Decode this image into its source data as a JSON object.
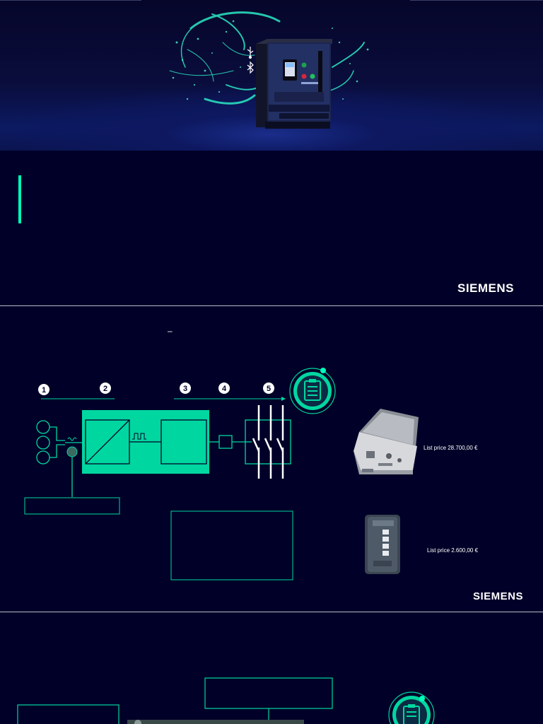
{
  "slide1": {
    "brand": "SIEMENS",
    "accent_color": "#00ffb9",
    "background_color": "#000028",
    "icons": [
      "usb-icon",
      "bluetooth-icon"
    ]
  },
  "slide2": {
    "title_fragment": "–",
    "steps": [
      "1",
      "2",
      "3",
      "4",
      "5"
    ],
    "badge_icon": "clipboard-icon",
    "products": [
      {
        "name": "test-kit-case",
        "price": "List price 28.700,00 €"
      },
      {
        "name": "handheld-tester",
        "price": "List price 2.600,00 €"
      }
    ],
    "brand": "SIEMENS"
  },
  "slide3": {
    "badge_icon": "clipboard-icon"
  }
}
